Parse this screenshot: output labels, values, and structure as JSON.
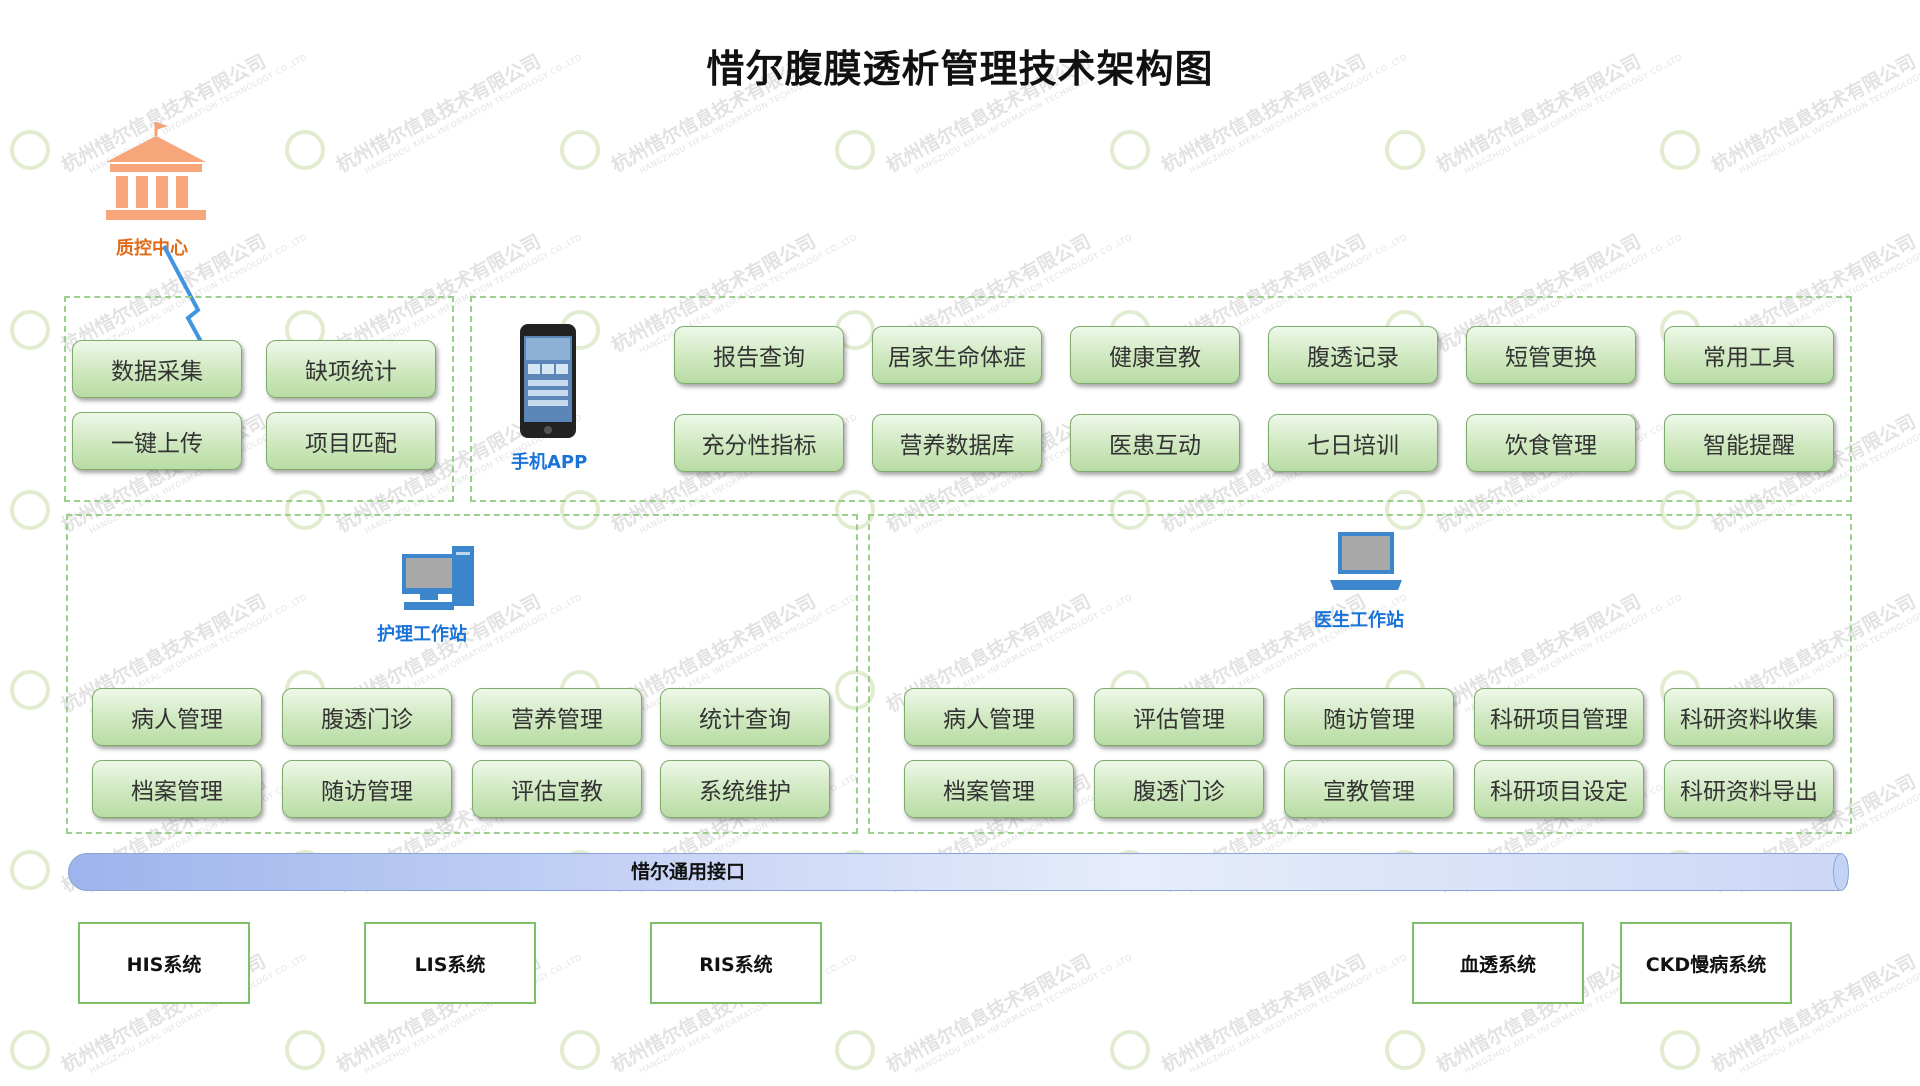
{
  "title": "惜尔腹膜透析管理技术架构图",
  "watermark": {
    "company": "杭州惜尔信息技术有限公司",
    "company_en": "HANGZHOU XIEAL INFORMATION TECHNOLOGY CO.,LTD"
  },
  "quality_center": {
    "label": "质控中心",
    "icon": "institution-building-icon",
    "color": "#e06c1a"
  },
  "quality_modules": [
    "数据采集",
    "缺项统计",
    "一键上传",
    "项目匹配"
  ],
  "mobile_app": {
    "label": "手机APP",
    "icon": "smartphone-icon",
    "modules_row1": [
      "报告查询",
      "居家生命体症",
      "健康宣教",
      "腹透记录",
      "短管更换",
      "常用工具"
    ],
    "modules_row2": [
      "充分性指标",
      "营养数据库",
      "医患互动",
      "七日培训",
      "饮食管理",
      "智能提醒"
    ]
  },
  "nurse_station": {
    "label": "护理工作站",
    "icon": "desktop-computer-icon",
    "modules_row1": [
      "病人管理",
      "腹透门诊",
      "营养管理",
      "统计查询"
    ],
    "modules_row2": [
      "档案管理",
      "随访管理",
      "评估宣教",
      "系统维护"
    ]
  },
  "doctor_station": {
    "label": "医生工作站",
    "icon": "laptop-icon",
    "modules_row1": [
      "病人管理",
      "评估管理",
      "随访管理",
      "科研项目管理",
      "科研资料收集"
    ],
    "modules_row2": [
      "档案管理",
      "腹透门诊",
      "宣教管理",
      "科研项目设定",
      "科研资料导出"
    ]
  },
  "interface_bus": {
    "label": "惜尔通用接口"
  },
  "external_systems": [
    "HIS系统",
    "LIS系统",
    "RIS系统",
    "血透系统",
    "CKD慢病系统"
  ],
  "colors": {
    "module_green": "#cfe8bf",
    "dashed_border": "#9ccf8e",
    "label_blue": "#1a73d8",
    "bus_blue": "#c3d1f4"
  }
}
